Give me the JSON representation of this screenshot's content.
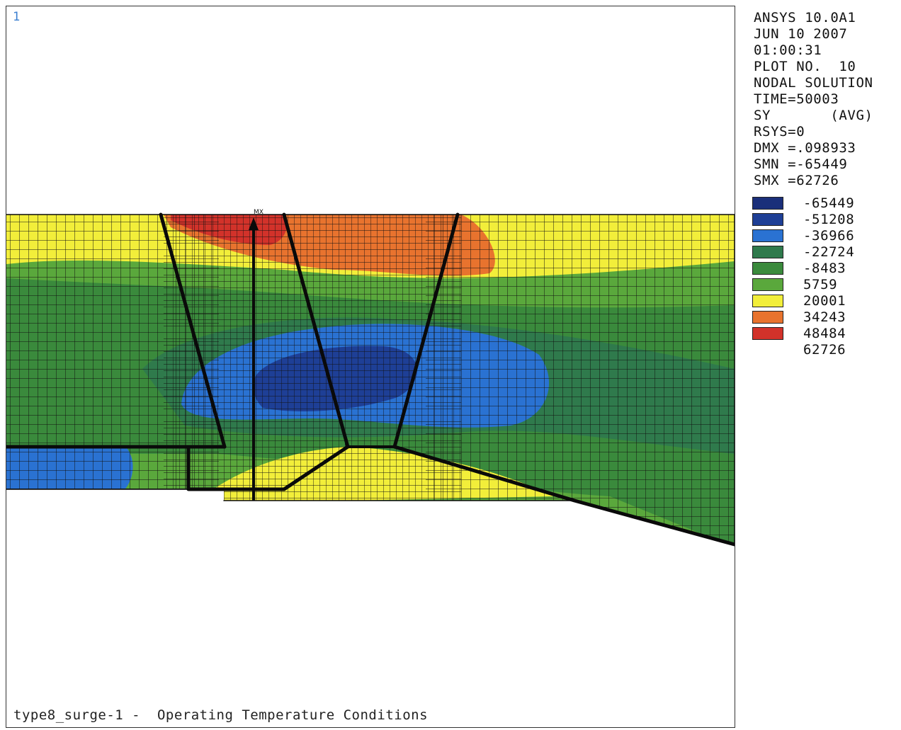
{
  "plot": {
    "window_number": "1",
    "max_marker_label": "MX",
    "caption": "type8_surge-1 -  Operating Temperature Conditions"
  },
  "info": {
    "lines": [
      "ANSYS 10.0A1",
      "JUN 10 2007",
      "01:00:31",
      "PLOT NO.  10",
      "NODAL SOLUTION",
      "TIME=50003",
      "SY       (AVG)",
      "RSYS=0",
      "DMX =.098933",
      "SMN =-65449",
      "SMX =62726"
    ]
  },
  "legend": {
    "entries": [
      {
        "value": "-65449",
        "color": "#1a2f7a"
      },
      {
        "value": "-51208",
        "color": "#1e3f96"
      },
      {
        "value": "-36966",
        "color": "#2a72d2"
      },
      {
        "value": "-22724",
        "color": "#2f7a4c"
      },
      {
        "value": "-8483",
        "color": "#3a8a3c"
      },
      {
        "value": "5759",
        "color": "#5aa83c"
      },
      {
        "value": "20001",
        "color": "#f2ee3a"
      },
      {
        "value": "34243",
        "color": "#e8732e"
      },
      {
        "value": "48484",
        "color": "#d2322a"
      },
      {
        "value": "62726",
        "color": ""
      }
    ]
  },
  "colors": {
    "yellow": "#f2ee3a",
    "green_light": "#5aa83c",
    "green_mid": "#3a8a3c",
    "green_dark": "#2f7a4c",
    "blue": "#2a72d2",
    "blue_dark": "#1e3f96",
    "navy": "#1a2f7a",
    "orange": "#e8732e",
    "red": "#d2322a"
  }
}
